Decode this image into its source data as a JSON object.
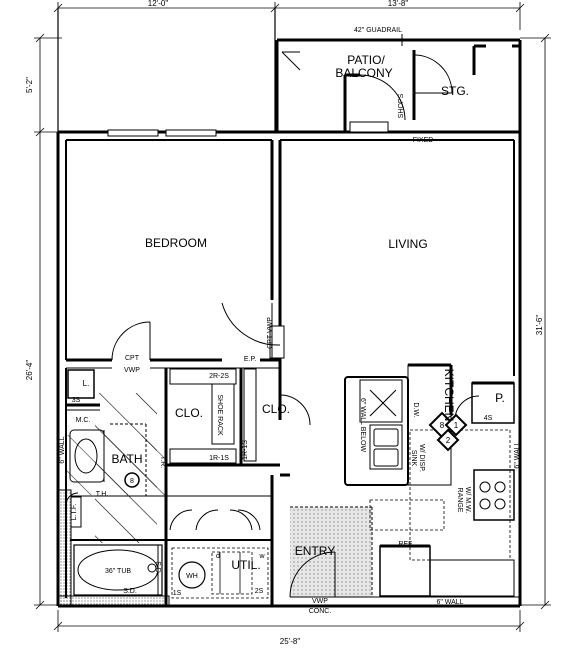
{
  "dimensions": {
    "top_left": "12'-0\"",
    "top_right": "13'-8\"",
    "left_upper": "5'-2\"",
    "left_lower": "26'-4\"",
    "right": "31'-6\"",
    "bottom": "25'-8\""
  },
  "rooms": {
    "patio_line1": "PATIO/",
    "patio_line2": "BALCONY",
    "storage": "STG.",
    "bedroom": "BEDROOM",
    "living": "LIVING",
    "closet_left": "CLO.",
    "closet_right": "CLO.",
    "bath": "BATH",
    "kitchen": "KITCHEN",
    "util": "UTIL.",
    "entry": "ENTRY",
    "pantry": "P."
  },
  "notes": {
    "guardrail": "42\" GUADRAIL",
    "fixed": "FIXED",
    "shops": "SHOPS",
    "cpt_vwp": "CPT VWP",
    "cpt": "CPT",
    "vwp_small": "VWP",
    "ep": "E.P.",
    "lc": "L.",
    "s3": "3S",
    "mc": "M.C.",
    "wall6_left": "6\" WALL",
    "r2s2": "2R-2S",
    "shoe_rack": "SHOE RACK",
    "r1s1": "1R-1S",
    "r1s_vert": "1R-1S",
    "tr": "T.R.",
    "th": "T.H.",
    "tub": "36\" TUB",
    "sd": "S.D.",
    "sd2": "S.D.",
    "ltf": "L.T.F.",
    "wh": "WH",
    "s1": "1S",
    "s2": "2S",
    "d": "d",
    "w": "w",
    "ref": "REF.",
    "vwp_conc_1": "VWP",
    "vwp_conc_2": "CONC.",
    "wall6_bottom": "6\" WALL",
    "wall6_right": "6\" WALL",
    "wall6_below": "6\" WALL BELOW",
    "dw": "D.W.",
    "sink": "SINK",
    "wdisp": "W/ DISP.",
    "range": "RANGE",
    "wmw": "W/ M.W.",
    "s4": "4S",
    "num8": "8",
    "num2": "2",
    "num1": "1",
    "num1b": "1",
    "num8b": "8"
  }
}
